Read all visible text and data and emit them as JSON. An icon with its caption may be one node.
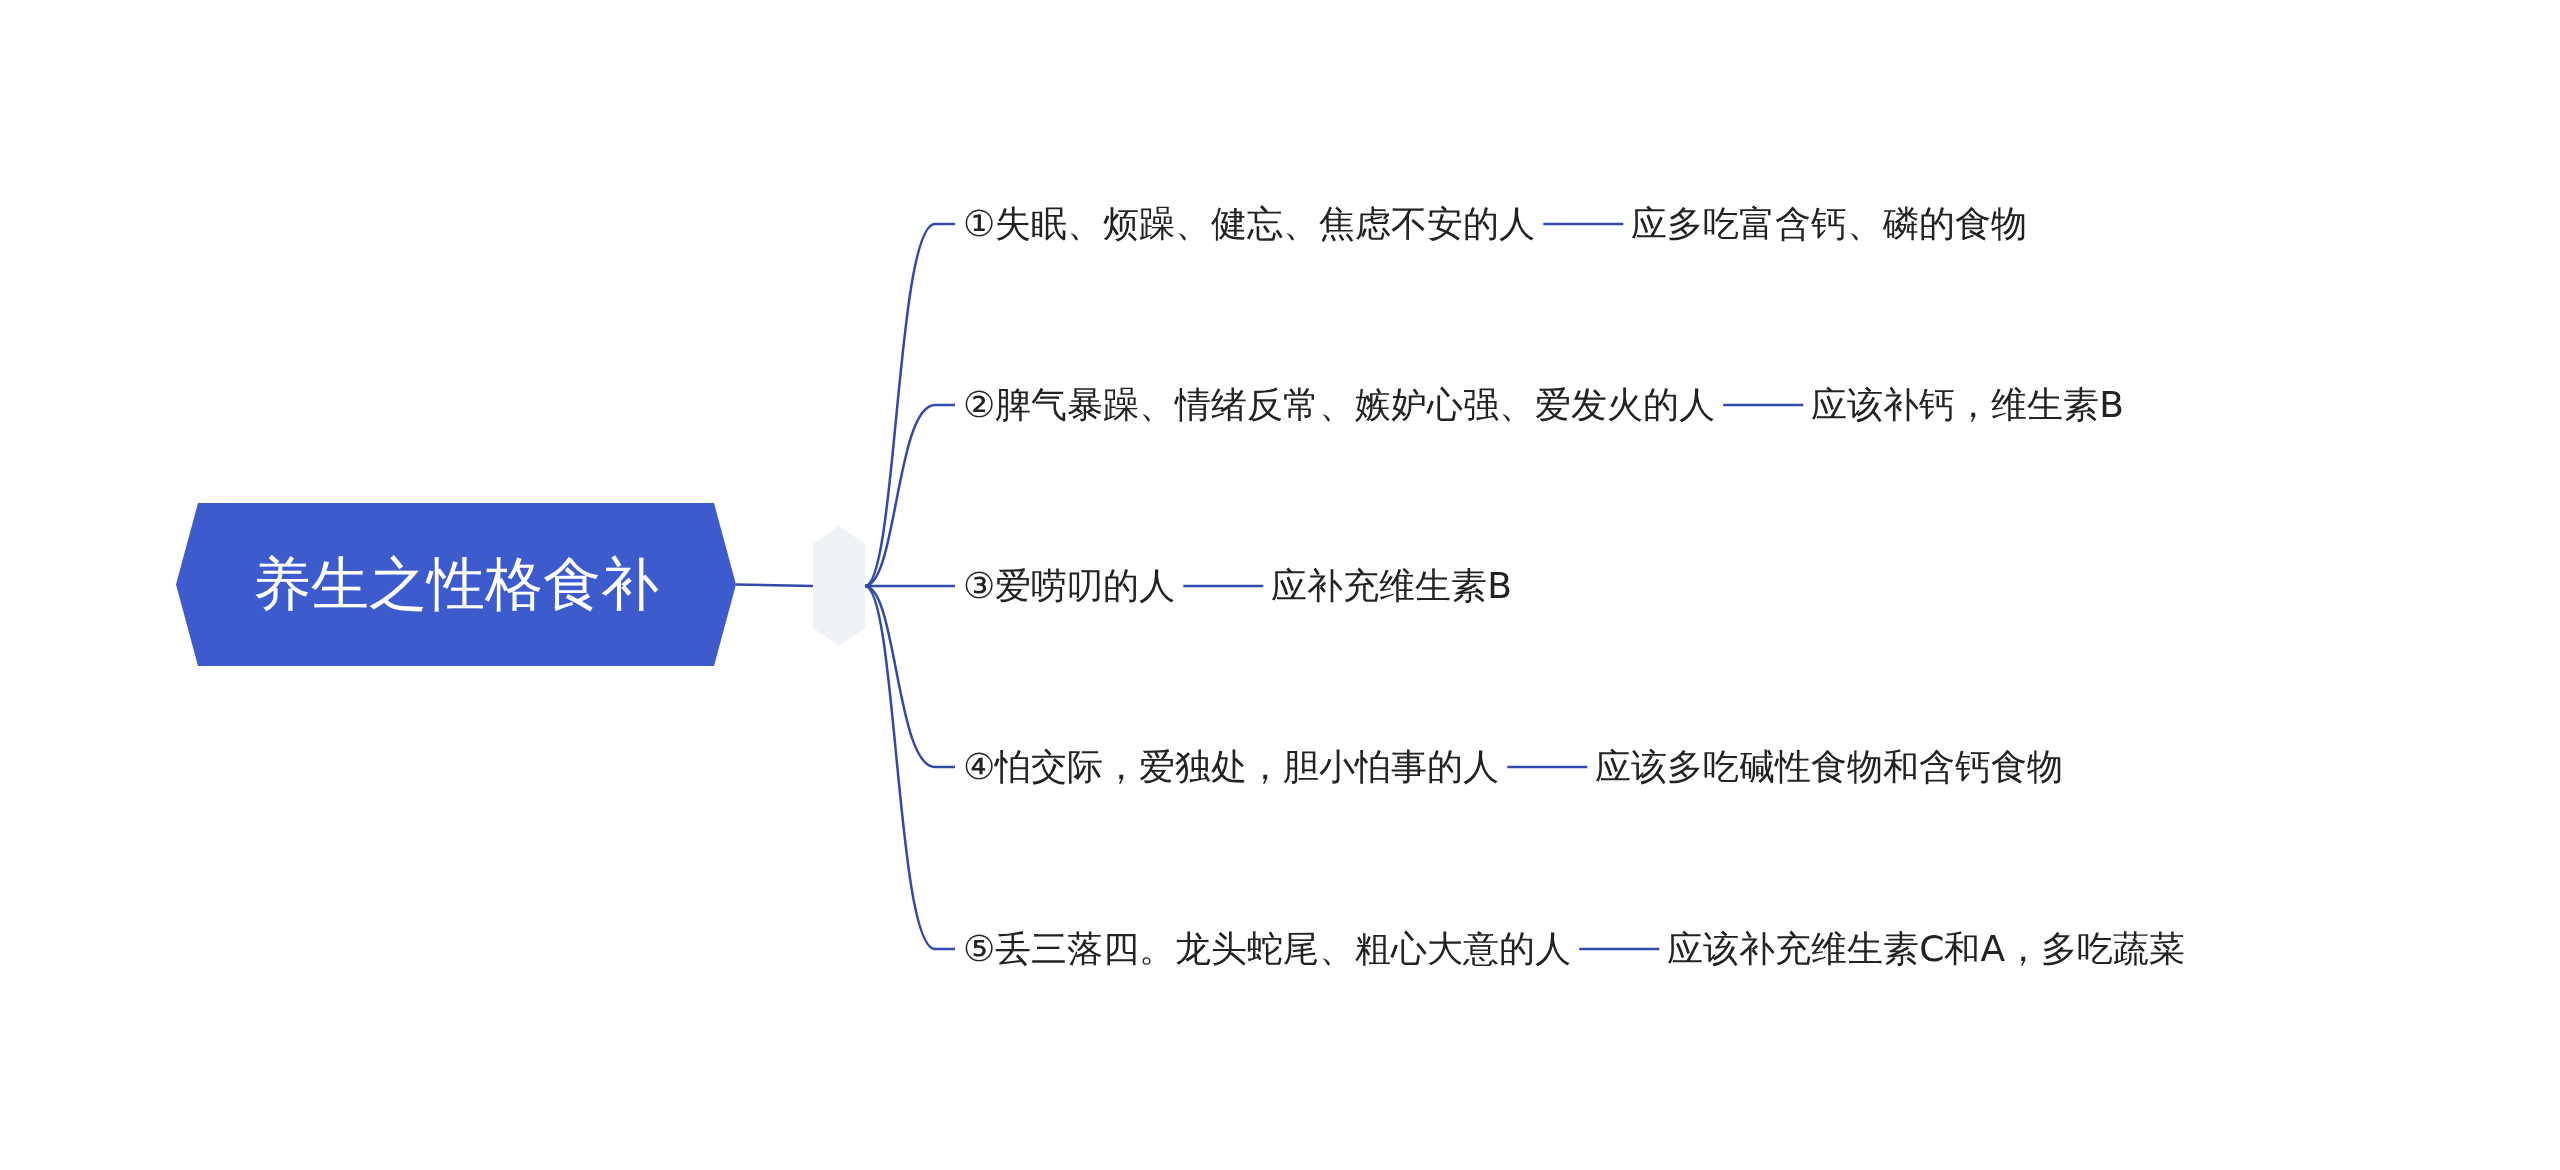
{
  "diagram": {
    "nodes": [
      {
        "text": [
          "养生之性格食补"
        ]
      },
      {
        "text": [],
        "shape": "hexagon"
      },
      {
        "text": [
          "①失眠、烦躁、健忘、焦虑不安的人"
        ]
      },
      {
        "text": [
          "应多吃富含钙、磷的食物"
        ]
      },
      {
        "text": [
          "②脾气暴躁、情绪反常、嫉妒心强、爱发火的人"
        ]
      },
      {
        "text": [
          "应该补钙，维生素B"
        ]
      },
      {
        "text": [
          "③爱唠叨的人"
        ]
      },
      {
        "text": [
          "应补充维生素B"
        ]
      },
      {
        "text": [
          "④怕交际，爱独处，胆小怕事的人"
        ]
      },
      {
        "text": [
          "应该多吃碱性食物和含钙食物"
        ]
      },
      {
        "text": [
          "⑤丢三落四。龙头蛇尾、粗心大意的人"
        ]
      },
      {
        "text": [
          "应该补充维生素C和A，多吃蔬菜"
        ]
      }
    ],
    "edges": [
      {
        "from": 0,
        "to": 1,
        "arrow": "none"
      },
      {
        "from": 1,
        "to": 2,
        "arrow": "none"
      },
      {
        "from": 2,
        "to": 3,
        "arrow": "none"
      },
      {
        "from": 1,
        "to": 4,
        "arrow": "none"
      },
      {
        "from": 4,
        "to": 5,
        "arrow": "none"
      },
      {
        "from": 1,
        "to": 6,
        "arrow": "none"
      },
      {
        "from": 6,
        "to": 7,
        "arrow": "none"
      },
      {
        "from": 1,
        "to": 8,
        "arrow": "none"
      },
      {
        "from": 8,
        "to": 9,
        "arrow": "none"
      },
      {
        "from": 1,
        "to": 10,
        "arrow": "none"
      },
      {
        "from": 10,
        "to": 11,
        "arrow": "none"
      }
    ]
  }
}
